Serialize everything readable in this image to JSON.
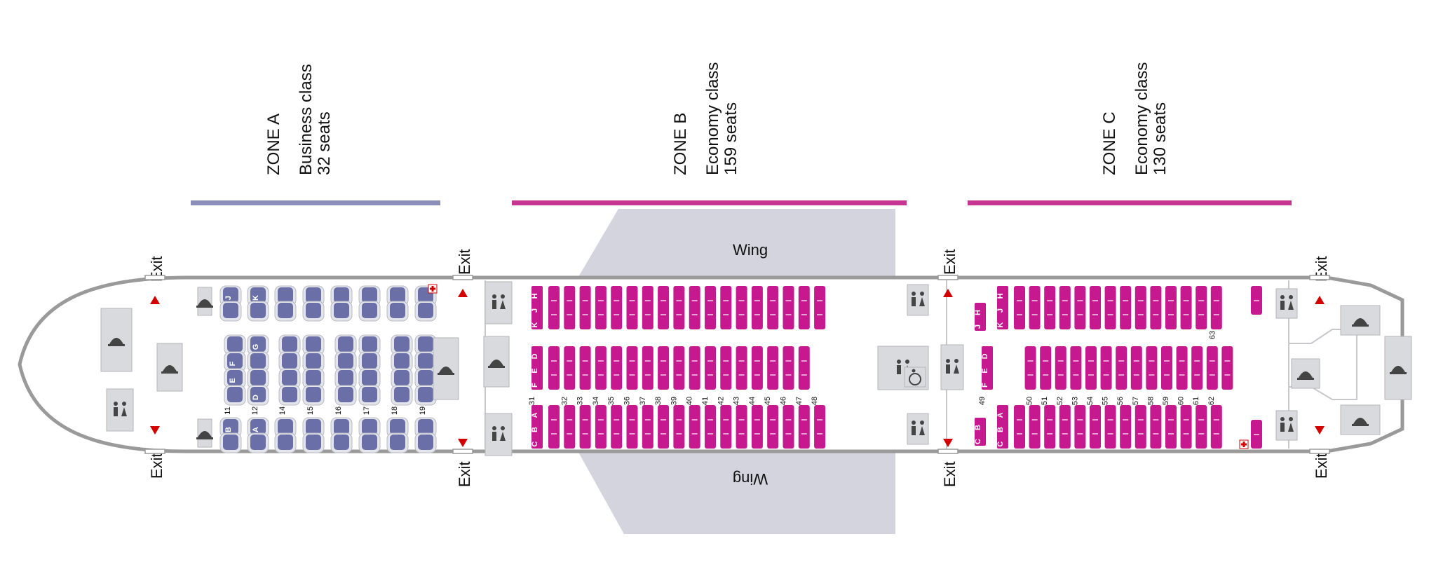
{
  "zones": [
    {
      "id": "A",
      "title": "ZONE A",
      "class_label": "Business class",
      "seats_label": "32 seats",
      "color": "#8b8fb8"
    },
    {
      "id": "B",
      "title": "ZONE B",
      "class_label": "Economy class",
      "seats_label": "159 seats",
      "color": "#c6358f"
    },
    {
      "id": "C",
      "title": "ZONE C",
      "class_label": "Economy class",
      "seats_label": "130 seats",
      "color": "#c6358f"
    }
  ],
  "wing_label": "Wing",
  "exit_label": "Exit",
  "colors": {
    "business_seat": "#6b6fa8",
    "economy_seat": "#c6188f",
    "fuselage": "#9a9a9a",
    "wing": "#d3d4de",
    "facility": "#d9dadd",
    "exit_arrow": "#d40000"
  },
  "business": {
    "rows": [
      "11",
      "12",
      "14",
      "15",
      "16",
      "17",
      "18",
      "19"
    ],
    "letters": [
      "A",
      "B",
      "D",
      "E",
      "F",
      "G",
      "J",
      "K"
    ]
  },
  "zone_b": {
    "rows": [
      "31",
      "32",
      "33",
      "34",
      "35",
      "36",
      "37",
      "38",
      "39",
      "40",
      "41",
      "42",
      "43",
      "44",
      "45",
      "46",
      "47",
      "48"
    ],
    "letters_left": [
      "A",
      "B",
      "C"
    ],
    "letters_center": [
      "D",
      "E",
      "F"
    ],
    "letters_right": [
      "H",
      "J",
      "K"
    ]
  },
  "zone_c": {
    "rows": [
      "49",
      "50",
      "51",
      "52",
      "53",
      "54",
      "55",
      "56",
      "57",
      "58",
      "59",
      "60",
      "61",
      "62",
      "63"
    ],
    "letters_left": [
      "A",
      "B",
      "C"
    ],
    "letters_left_front": [
      "B",
      "C"
    ],
    "letters_center": [
      "D",
      "E",
      "F"
    ],
    "letters_right": [
      "H",
      "J",
      "K"
    ],
    "letters_right_front": [
      "H",
      "J"
    ]
  },
  "icons": [
    "lavatory-icon",
    "galley-icon",
    "accessible-lavatory-icon",
    "first-aid-icon",
    "bassinet-icon",
    "exit-arrow-icon"
  ]
}
